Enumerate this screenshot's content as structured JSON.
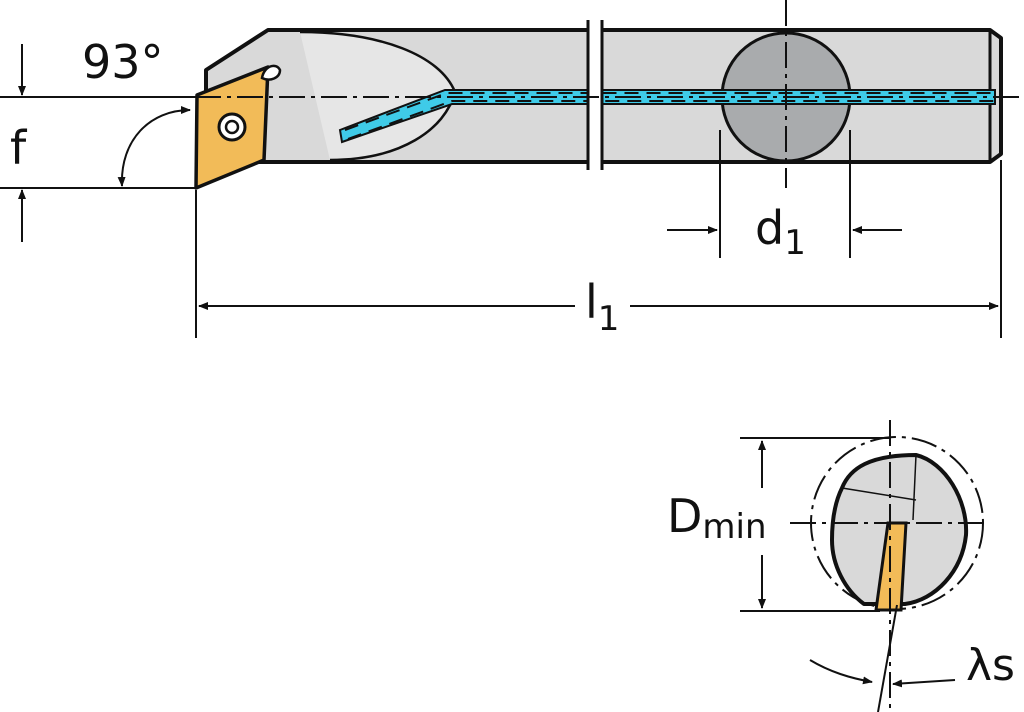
{
  "labels": {
    "angle": "93°",
    "f": "f",
    "d1_main": "d",
    "d1_sub": "1",
    "l1_main": "l",
    "l1_sub": "1",
    "dmin_main": "D",
    "dmin_sub": "min",
    "lambda_s": "λs"
  },
  "colors": {
    "body": "#d9d9d9",
    "shank_section": "#a9abad",
    "insert": "#f2bb58",
    "coolant": "#3fcbe8",
    "outline": "#111111",
    "background": "#ffffff"
  }
}
